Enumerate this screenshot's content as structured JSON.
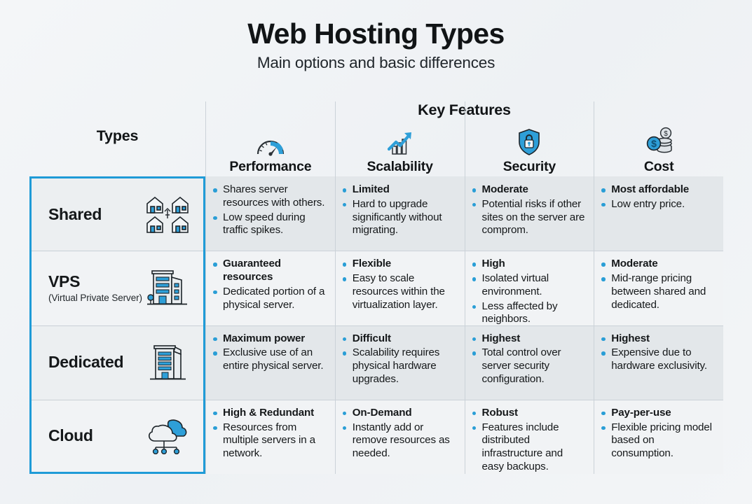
{
  "header": {
    "title": "Web Hosting Types",
    "subtitle": "Main options and basic differences"
  },
  "table": {
    "types_header": "Types",
    "key_features_header": "Key Features",
    "accent_color": "#1f9bd7",
    "bullet_color": "#2a9ed6",
    "row_shaded_color": "#e3e7ea",
    "row_plain_color": "#f1f3f5",
    "feature_columns": [
      {
        "label": "Performance",
        "icon": "speedometer-icon"
      },
      {
        "label": "Scalability",
        "icon": "growth-chart-arrow-icon"
      },
      {
        "label": "Security",
        "icon": "shield-lock-icon"
      },
      {
        "label": "Cost",
        "icon": "coins-dollar-icon"
      }
    ],
    "rows": [
      {
        "type_name": "Shared",
        "type_sub": "",
        "type_icon": "four-houses-icon",
        "performance": [
          {
            "text": "Shares server resources with others.",
            "bold": false
          },
          {
            "text": "Low speed during traffic spikes.",
            "bold": false
          }
        ],
        "scalability": [
          {
            "text": "Limited",
            "bold": true
          },
          {
            "text": "Hard to upgrade significantly without migrating.",
            "bold": false
          }
        ],
        "security": [
          {
            "text": "Moderate",
            "bold": true
          },
          {
            "text": "Potential risks if other sites on the server are comprom.",
            "bold": false
          }
        ],
        "cost": [
          {
            "text": "Most affordable",
            "bold": true
          },
          {
            "text": "Low entry price.",
            "bold": false
          }
        ]
      },
      {
        "type_name": "VPS",
        "type_sub": "(Virtual Private Server)",
        "type_icon": "apartment-building-icon",
        "performance": [
          {
            "text": "Guaranteed resources",
            "bold": true
          },
          {
            "text": "Dedicated portion of a physical server.",
            "bold": false
          }
        ],
        "scalability": [
          {
            "text": "Flexible",
            "bold": true
          },
          {
            "text": "Easy to scale resources within the virtualization layer.",
            "bold": false
          }
        ],
        "security": [
          {
            "text": "High",
            "bold": true
          },
          {
            "text": "Isolated virtual environment.",
            "bold": false
          },
          {
            "text": "Less affected by neighbors.",
            "bold": false
          }
        ],
        "cost": [
          {
            "text": "Moderate",
            "bold": true
          },
          {
            "text": "Mid-range pricing between shared and dedicated.",
            "bold": false
          }
        ]
      },
      {
        "type_name": "Dedicated",
        "type_sub": "",
        "type_icon": "office-tower-icon",
        "performance": [
          {
            "text": "Maximum power",
            "bold": true
          },
          {
            "text": "Exclusive use of an entire physical server.",
            "bold": false
          }
        ],
        "scalability": [
          {
            "text": "Difficult",
            "bold": true
          },
          {
            "text": "Scalability requires physical hardware upgrades.",
            "bold": false
          }
        ],
        "security": [
          {
            "text": "Highest",
            "bold": true
          },
          {
            "text": "Total control over server security configuration.",
            "bold": false
          }
        ],
        "cost": [
          {
            "text": "Highest",
            "bold": true
          },
          {
            "text": "Expensive due to hardware exclusivity.",
            "bold": false
          }
        ]
      },
      {
        "type_name": "Cloud",
        "type_sub": "",
        "type_icon": "cloud-network-icon",
        "performance": [
          {
            "text": "High & Redundant",
            "bold": true
          },
          {
            "text": "Resources from multiple servers in a network.",
            "bold": false
          }
        ],
        "scalability": [
          {
            "text": "On-Demand",
            "bold": true
          },
          {
            "text": "Instantly add or remove resources as needed.",
            "bold": false
          }
        ],
        "security": [
          {
            "text": "Robust",
            "bold": true
          },
          {
            "text": "Features include distributed infrastructure and easy backups.",
            "bold": false
          }
        ],
        "cost": [
          {
            "text": "Pay-per-use",
            "bold": true
          },
          {
            "text": "Flexible pricing model based on consumption.",
            "bold": false
          }
        ]
      }
    ]
  }
}
